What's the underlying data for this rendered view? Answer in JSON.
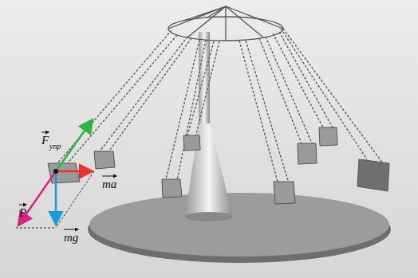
{
  "diagram": {
    "labels": [
      "F",
      "упр",
      "ma",
      "P",
      "mg"
    ]
  }
}
